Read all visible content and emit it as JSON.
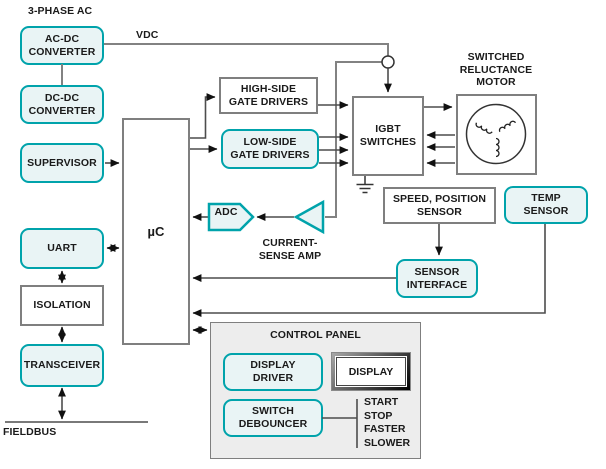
{
  "colors": {
    "teal": "#00A3AB",
    "teal_fill": "#E9F4F5",
    "box_border": "#7F7F7F",
    "panel_fill": "#EDEDED",
    "wire": "#4D4D4D",
    "power_wire": "#828282",
    "text": "#1A1A1A"
  },
  "labels": {
    "three_phase_ac": "3-PHASE AC",
    "vdc": "VDC",
    "fieldbus": "FIELDBUS",
    "motor": "SWITCHED\nRELUCTANCE\nMOTOR",
    "current_sense_amp": "CURRENT-\nSENSE AMP",
    "control_panel": "CONTROL PANEL"
  },
  "blocks": {
    "ac_dc": "AC-DC\nCONVERTER",
    "dc_dc": "DC-DC\nCONVERTER",
    "supervisor": "SUPERVISOR",
    "uart": "UART",
    "isolation": "ISOLATION",
    "transceiver": "TRANSCEIVER",
    "mcu": "µC",
    "high_side": "HIGH-SIDE\nGATE DRIVERS",
    "low_side": "LOW-SIDE\nGATE DRIVERS",
    "igbt": "IGBT\nSWITCHES",
    "adc": "ADC",
    "speed_sensor": "SPEED, POSITION\nSENSOR",
    "sensor_interface": "SENSOR\nINTERFACE",
    "temp_sensor": "TEMP\nSENSOR",
    "display_driver": "DISPLAY\nDRIVER",
    "display": "DISPLAY",
    "switch_debouncer": "SWITCH\nDEBOUNCER"
  },
  "switches": {
    "labels": [
      "START",
      "STOP",
      "FASTER",
      "SLOWER"
    ]
  }
}
